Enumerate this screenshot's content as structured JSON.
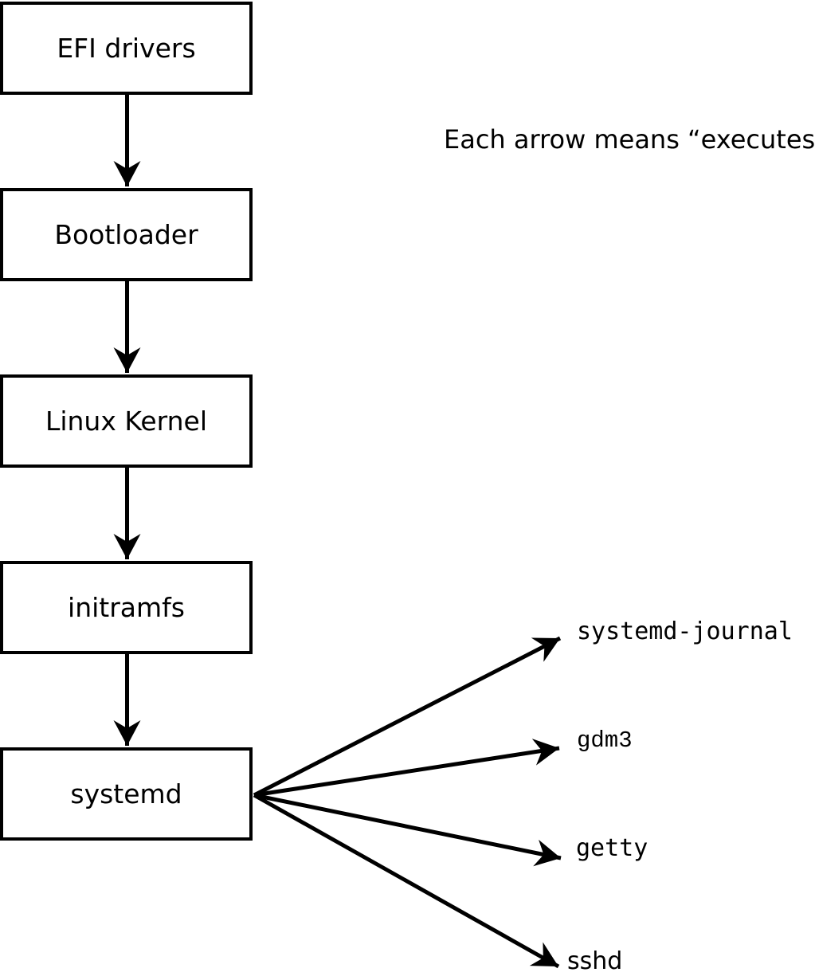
{
  "diagram": {
    "title_annotation": "Each arrow means “executes”.",
    "boot_chain": [
      {
        "label": "EFI drivers"
      },
      {
        "label": "Bootloader"
      },
      {
        "label": "Linux Kernel"
      },
      {
        "label": "initramfs"
      },
      {
        "label": "systemd"
      }
    ],
    "spawned_processes": [
      {
        "label": "systemd-journal"
      },
      {
        "label": "gdm3"
      },
      {
        "label": "getty"
      },
      {
        "label": "sshd"
      }
    ],
    "edges": [
      {
        "from": "EFI drivers",
        "to": "Bootloader",
        "meaning": "executes"
      },
      {
        "from": "Bootloader",
        "to": "Linux Kernel",
        "meaning": "executes"
      },
      {
        "from": "Linux Kernel",
        "to": "initramfs",
        "meaning": "executes"
      },
      {
        "from": "initramfs",
        "to": "systemd",
        "meaning": "executes"
      },
      {
        "from": "systemd",
        "to": "systemd-journal",
        "meaning": "executes"
      },
      {
        "from": "systemd",
        "to": "gdm3",
        "meaning": "executes"
      },
      {
        "from": "systemd",
        "to": "getty",
        "meaning": "executes"
      },
      {
        "from": "systemd",
        "to": "sshd",
        "meaning": "executes"
      }
    ],
    "colors": {
      "background": "#ffffff",
      "box_fill": "#ffffff",
      "line": "#000000",
      "text": "#000000"
    }
  }
}
